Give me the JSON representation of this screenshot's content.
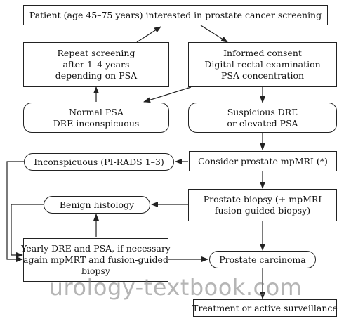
{
  "boxes": {
    "patient": "Patient (age 45–75 years) interested in prostate cancer screening",
    "repeat": [
      "Repeat screening",
      "after 1–4 years",
      "depending on PSA"
    ],
    "consent": [
      "Informed consent",
      "Digital-rectal examination",
      "PSA concentration"
    ],
    "normal": [
      "Normal PSA",
      "DRE inconspicuous"
    ],
    "suspicious": [
      "Suspicious DRE",
      "or elevated PSA"
    ],
    "inconspicuous": "Inconspicuous (PI-RADS 1–3)",
    "consider": "Consider prostate mpMRI (*)",
    "benign": "Benign histology",
    "biopsy": [
      "Prostate biopsy (+ mpMRI",
      "fusion-guided biopsy)"
    ],
    "yearly": [
      "Yearly DRE and PSA, if necessary",
      "again mpMRT and fusion-guided",
      "biopsy"
    ],
    "carcinoma": "Prostate carcinoma",
    "treatment": "Treatment or active surveillance"
  },
  "watermark": "urology-textbook.com",
  "colors": {
    "line": "#222222",
    "watermark": "#8a8a8a"
  }
}
